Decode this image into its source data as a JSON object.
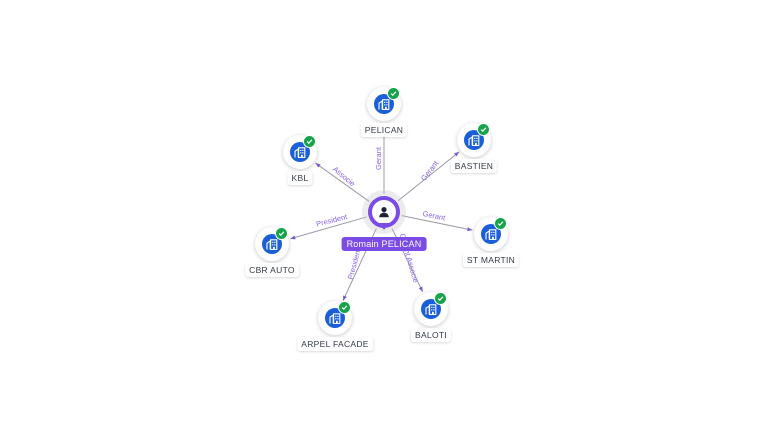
{
  "center": {
    "name": "Romain PELICAN",
    "icon": "person-icon"
  },
  "companies": [
    {
      "id": "pelican",
      "name": "PELICAN",
      "icon": "building-icon",
      "verified": true
    },
    {
      "id": "bastien",
      "name": "BASTIEN",
      "icon": "building-icon",
      "verified": true
    },
    {
      "id": "st-martin",
      "name": "ST MARTIN",
      "icon": "building-icon",
      "verified": true
    },
    {
      "id": "baloti",
      "name": "BALOTI",
      "icon": "building-icon",
      "verified": true
    },
    {
      "id": "arpel-facade",
      "name": "ARPEL FACADE",
      "icon": "building-icon",
      "verified": true
    },
    {
      "id": "cbr-auto",
      "name": "CBR AUTO",
      "icon": "building-icon",
      "verified": true
    },
    {
      "id": "kbl",
      "name": "KBL",
      "icon": "building-icon",
      "verified": true
    }
  ],
  "relations": [
    {
      "to": "pelican",
      "role": "Gerant"
    },
    {
      "to": "bastien",
      "role": "Gerant"
    },
    {
      "to": "st-martin",
      "role": "Gerant"
    },
    {
      "to": "baloti",
      "role": "Gerant Associe"
    },
    {
      "to": "arpel-facade",
      "role": "President"
    },
    {
      "to": "cbr-auto",
      "role": "President"
    },
    {
      "to": "kbl",
      "role": "Associe"
    }
  ],
  "colors": {
    "center": "#7b4be6",
    "company": "#1a5fd8",
    "verified": "#17a34a",
    "edge_label": "#8a63e8",
    "edge": "#9a9aa8"
  }
}
